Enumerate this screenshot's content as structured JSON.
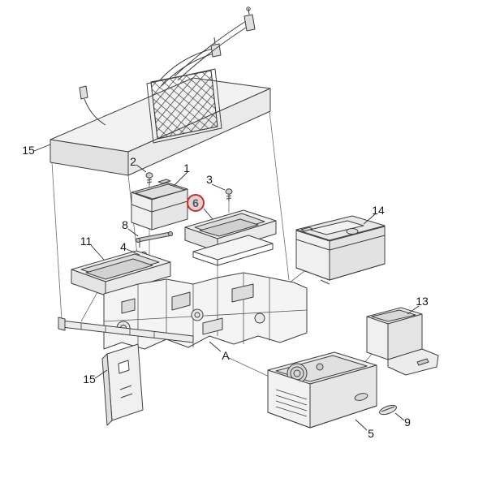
{
  "diagram": {
    "kind": "exploded-parts-diagram",
    "background": "#ffffff",
    "line_color": "#3f3f3f",
    "highlight": {
      "ring_color": "#c43030",
      "fill_color": "#d2acac",
      "part": "6"
    },
    "labels": [
      {
        "id": "part-15-top",
        "text": "15"
      },
      {
        "id": "part-2",
        "text": "2"
      },
      {
        "id": "part-1",
        "text": "1"
      },
      {
        "id": "part-3",
        "text": "3"
      },
      {
        "id": "part-6",
        "text": "6"
      },
      {
        "id": "part-8",
        "text": "8"
      },
      {
        "id": "part-4",
        "text": "4"
      },
      {
        "id": "part-11",
        "text": "11"
      },
      {
        "id": "part-14",
        "text": "14"
      },
      {
        "id": "part-13",
        "text": "13"
      },
      {
        "id": "ref-A",
        "text": "A"
      },
      {
        "id": "part-15-bottom",
        "text": "15"
      },
      {
        "id": "part-5",
        "text": "5"
      },
      {
        "id": "part-9",
        "text": "9"
      }
    ]
  }
}
